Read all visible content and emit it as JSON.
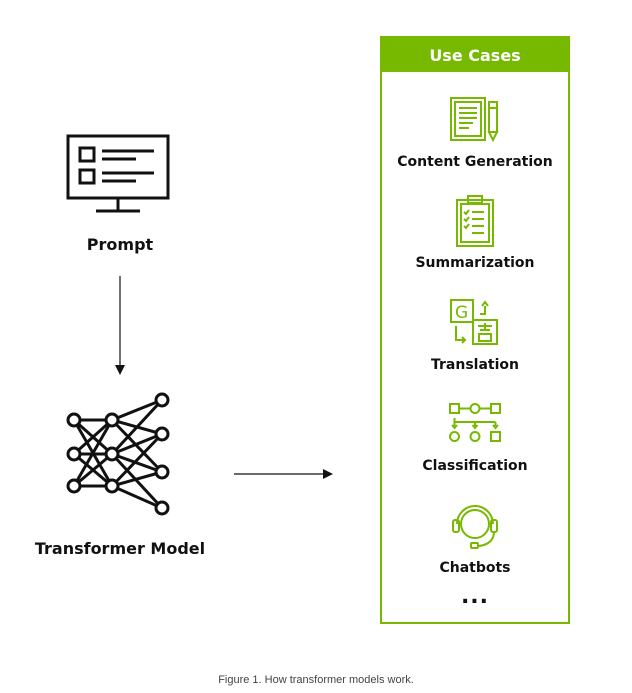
{
  "diagram": {
    "input_label": "Prompt",
    "model_label": "Transformer Model",
    "use_cases": {
      "title": "Use Cases",
      "items": [
        {
          "label": "Content Generation",
          "icon": "document-pencil-icon"
        },
        {
          "label": "Summarization",
          "icon": "clipboard-checklist-icon"
        },
        {
          "label": "Translation",
          "icon": "translate-icon"
        },
        {
          "label": "Classification",
          "icon": "hierarchy-icon"
        },
        {
          "label": "Chatbots",
          "icon": "headset-icon"
        }
      ],
      "more": "..."
    },
    "caption": "Figure 1. How transformer models work."
  },
  "colors": {
    "accent": "#76b900",
    "ink": "#111111"
  }
}
